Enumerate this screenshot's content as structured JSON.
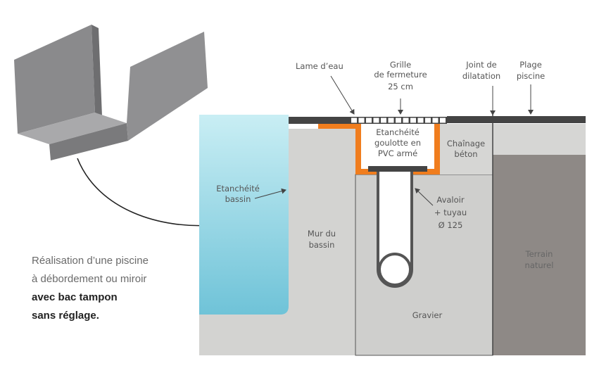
{
  "labels": {
    "lame_eau": "Lame d’eau",
    "grille": [
      "Grille",
      "de fermeture",
      "25 cm"
    ],
    "joint": [
      "Joint de",
      "dilatation"
    ],
    "plage": [
      "Plage",
      "piscine"
    ],
    "etancheite_goulotte": [
      "Etanchéité",
      "goulotte en",
      "PVC armé"
    ],
    "chainage": [
      "Chaînage",
      "béton"
    ],
    "etancheite_bassin": [
      "Etanchéité",
      "bassin"
    ],
    "avaloir": [
      "Avaloir",
      "+ tuyau",
      "Ø 125"
    ],
    "mur": [
      "Mur du",
      "bassin"
    ],
    "terrain": [
      "Terrain",
      "naturel"
    ],
    "gravier": "Gravier"
  },
  "caption": {
    "line1": "Réalisation d’une piscine",
    "line2": "à débordement ou miroir",
    "line3": "avec bac tampon",
    "line4": "sans réglage."
  },
  "colors": {
    "orange": "#f07d1e",
    "water": "#8fd3e3",
    "concrete": "#d3d3d1",
    "terrain": "#8e8986",
    "dark": "#444444"
  }
}
